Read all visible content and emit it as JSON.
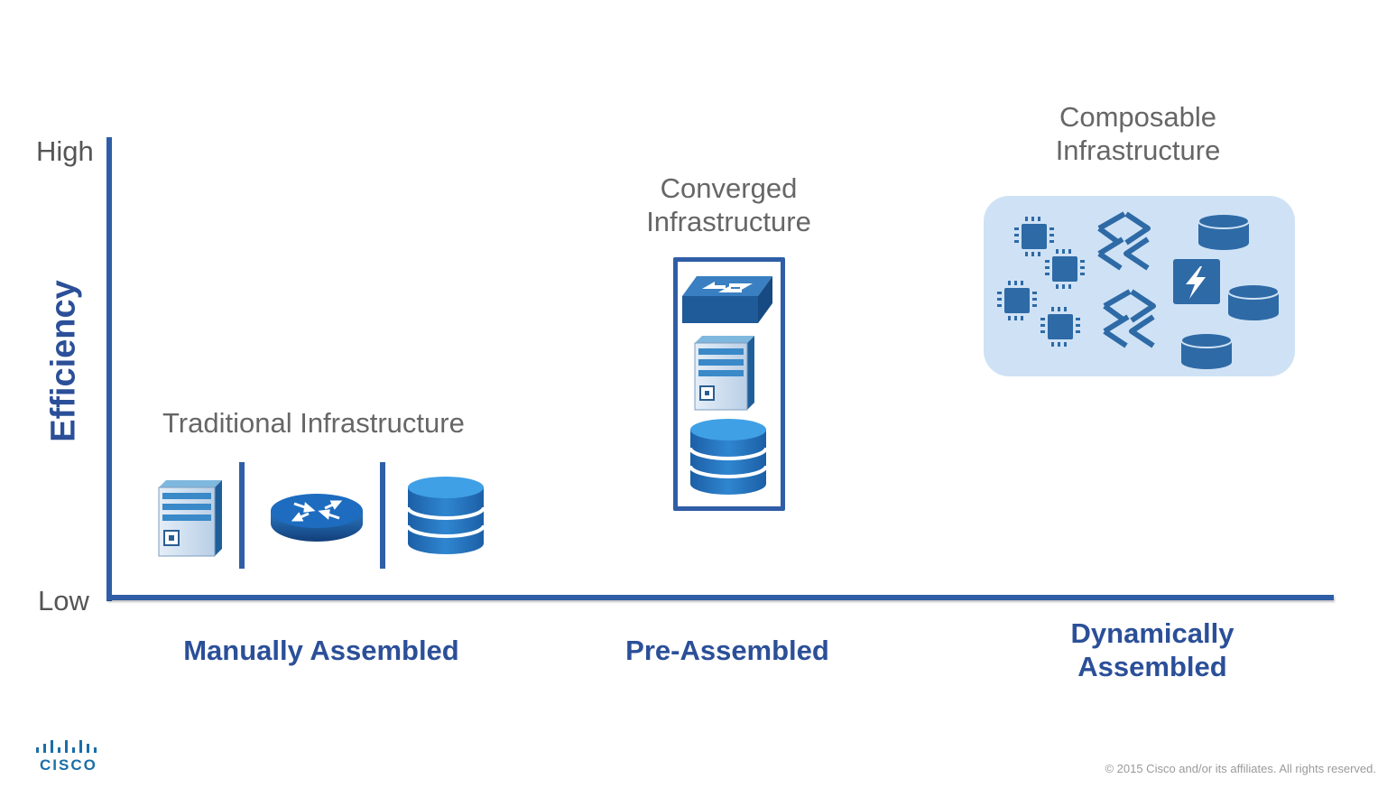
{
  "axis": {
    "y_title": "Efficiency",
    "y_high": "High",
    "y_low": "Low",
    "x_labels": [
      "Manually Assembled",
      "Pre-Assembled",
      "Dynamically Assembled"
    ]
  },
  "stages": [
    {
      "title": "Traditional Infrastructure",
      "icons": [
        "server-icon",
        "router-icon",
        "storage-icon"
      ]
    },
    {
      "title": "Converged Infrastructure",
      "icons": [
        "switch-icon",
        "server-icon",
        "storage-icon"
      ]
    },
    {
      "title": "Composable Infrastructure",
      "icons": [
        "cpu-icon",
        "exchange-arrows-icon",
        "storage-icon",
        "power-icon"
      ]
    }
  ],
  "footer": {
    "logo": "CISCO",
    "copyright": "© 2015  Cisco and/or its affiliates. All rights reserved."
  },
  "colors": {
    "axis": "#2f5ea6",
    "label_blue": "#2b4f98",
    "icon_blue": "#2e6aa6",
    "panel_bg": "#cfe2f5"
  }
}
